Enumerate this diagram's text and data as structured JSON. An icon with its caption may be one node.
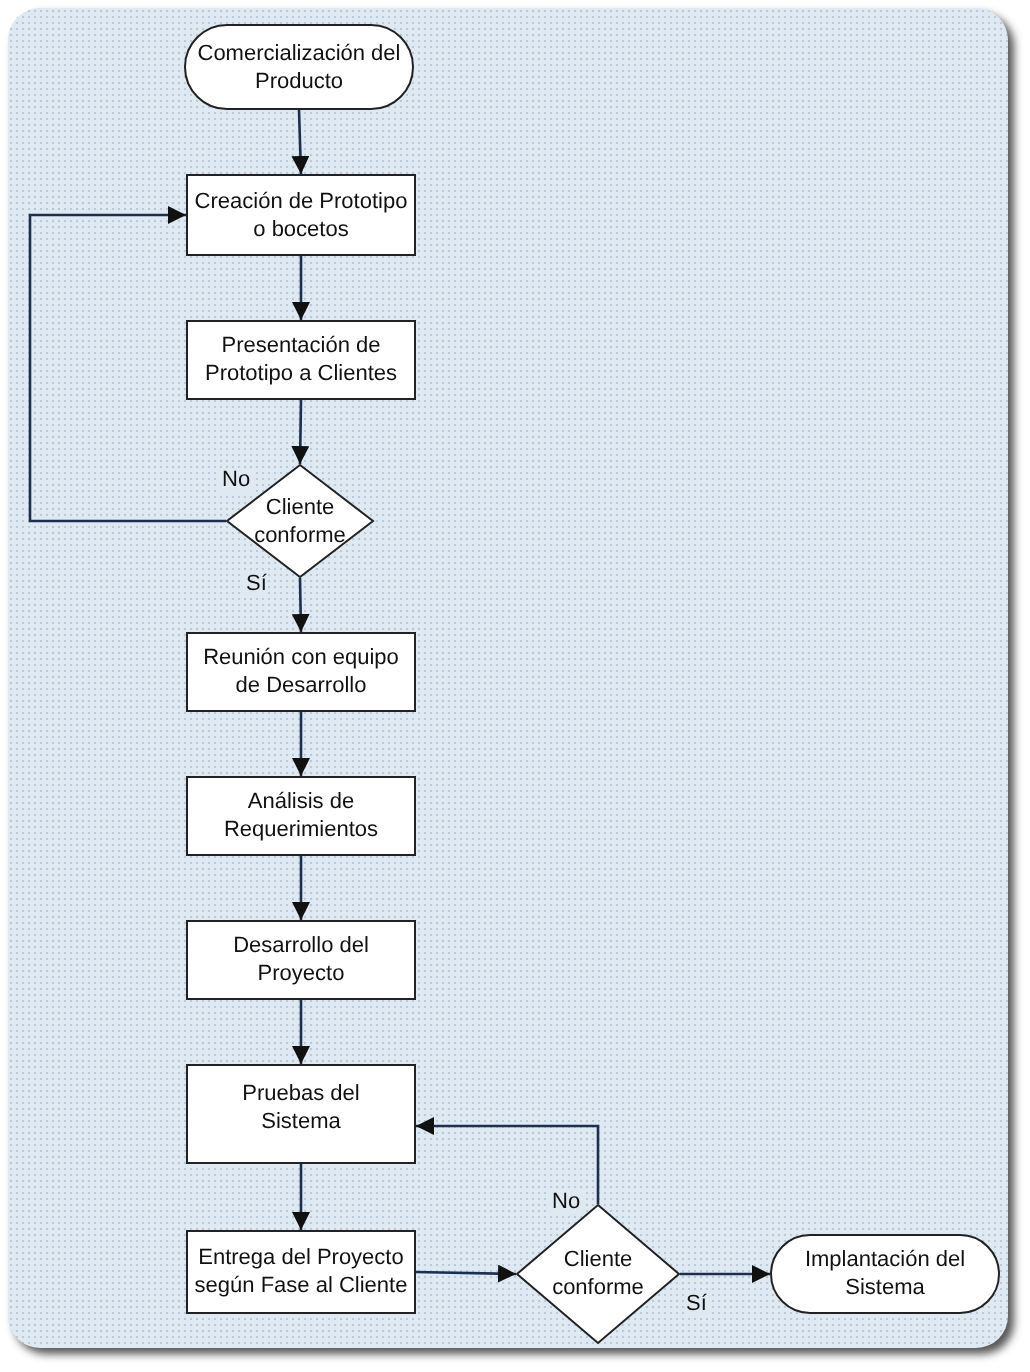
{
  "diagram": {
    "nodes": [
      {
        "text": [
          "Comercialización del Producto"
        ]
      },
      {
        "text": [
          "Creación de Prototipo o bocetos"
        ]
      },
      {
        "text": [
          "Presentación de Prototipo a Clientes"
        ]
      },
      {
        "text": [
          "Cliente conforme"
        ]
      },
      {
        "text": [
          "Reunión con equipo de Desarrollo"
        ]
      },
      {
        "text": [
          "Análisis de Requerimientos"
        ]
      },
      {
        "text": [
          "Desarrollo del Proyecto"
        ]
      },
      {
        "text": [
          "Pruebas del Sistema"
        ]
      },
      {
        "text": [
          "Entrega del Proyecto según Fase al Cliente"
        ]
      },
      {
        "text": [
          "Cliente conforme"
        ]
      },
      {
        "text": [
          "Implantación del Sistema"
        ]
      }
    ],
    "edges": [
      {
        "from": 0,
        "to": 1,
        "arrow": "to"
      },
      {
        "from": 1,
        "to": 2,
        "arrow": "to"
      },
      {
        "from": 2,
        "to": 3,
        "arrow": "to"
      },
      {
        "from": 3,
        "to": 1,
        "arrow": "to",
        "label": "No"
      },
      {
        "from": 3,
        "to": 4,
        "arrow": "to",
        "label": "Sí"
      },
      {
        "from": 4,
        "to": 5,
        "arrow": "to"
      },
      {
        "from": 5,
        "to": 6,
        "arrow": "to"
      },
      {
        "from": 6,
        "to": 7,
        "arrow": "to"
      },
      {
        "from": 7,
        "to": 8,
        "arrow": "to"
      },
      {
        "from": 8,
        "to": 9,
        "arrow": "to"
      },
      {
        "from": 9,
        "to": 7,
        "arrow": "to",
        "label": "No"
      },
      {
        "from": 9,
        "to": 10,
        "arrow": "to",
        "label": "Sí"
      }
    ]
  }
}
